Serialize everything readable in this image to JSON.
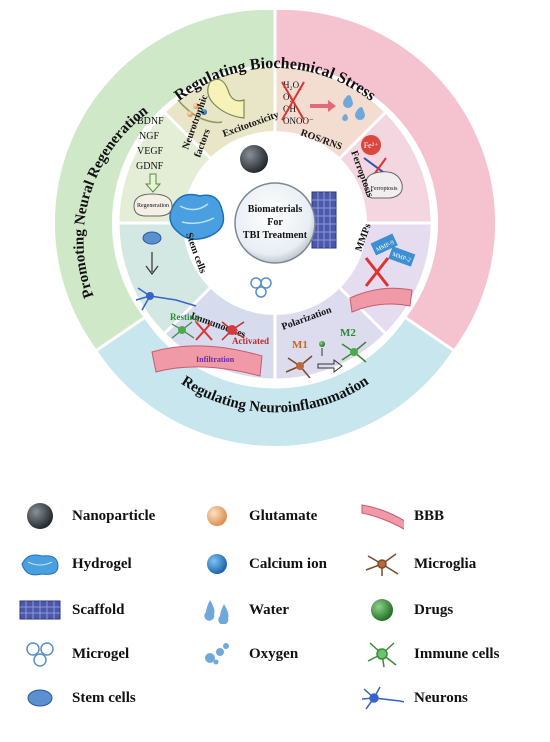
{
  "center": {
    "line1": "Biomaterials",
    "line2": "For",
    "line3": "TBI Treatment"
  },
  "outer_ring": {
    "top": "Regulating Biochemical Stress",
    "left": "Promoting Neural Regeneration",
    "bottom": "Regulating Neuroinflammation"
  },
  "segments": {
    "excitotoxicity": "Excitotoxicity",
    "ros_rns": "ROS/RNS",
    "ros_species": [
      "H₂O₂",
      "O₂",
      "OH",
      "ONOO⁻"
    ],
    "ferroptosis": "Ferroptosis",
    "fe_label": "Fe²⁺",
    "ferroptosis_brain": "Ferroptosis",
    "mmps": "MMPs",
    "mmp_labels": [
      "MMP-9",
      "MMP-2"
    ],
    "polarization": "Polarization",
    "m1": "M1",
    "m2": "M2",
    "immunocytes": "Immunocytes",
    "resting": "Resting",
    "activated": "Activated",
    "infiltration": "Infiltration",
    "stem_cells": "Stem cells",
    "neurotrophic_line1": "Neurotrophic",
    "neurotrophic_line2": "factors",
    "factors": [
      "BDNF",
      "NGF",
      "VEGF",
      "GDNF"
    ],
    "regeneration": "Regeneration"
  },
  "legend": [
    {
      "icon": "nanoparticle-icon",
      "label": "Nanoparticle"
    },
    {
      "icon": "glutamate-icon",
      "label": "Glutamate"
    },
    {
      "icon": "bbb-icon",
      "label": "BBB"
    },
    {
      "icon": "hydrogel-icon",
      "label": "Hydrogel"
    },
    {
      "icon": "calcium-ion-icon",
      "label": "Calcium ion"
    },
    {
      "icon": "microglia-icon",
      "label": "Microglia"
    },
    {
      "icon": "scaffold-icon",
      "label": "Scaffold"
    },
    {
      "icon": "water-icon",
      "label": "Water"
    },
    {
      "icon": "drugs-icon",
      "label": "Drugs"
    },
    {
      "icon": "microgel-icon",
      "label": "Microgel"
    },
    {
      "icon": "oxygen-icon",
      "label": "Oxygen"
    },
    {
      "icon": "immune-cells-icon",
      "label": "Immune cells"
    },
    {
      "icon": "stem-cells-icon",
      "label": "Stem cells"
    },
    {
      "icon": "neurons-icon",
      "label": "Neurons"
    }
  ],
  "colors": {
    "ring_pink": "#f5c2cf",
    "ring_green": "#cfe8c8",
    "ring_blue": "#c7e6ee",
    "seg_excito": "#e9e6c8",
    "seg_ros": "#f3dcd0",
    "seg_ferro": "#f3d6e0",
    "seg_mmps": "#e6dcef",
    "seg_polar": "#dcdcee",
    "seg_immuno": "#d6dcee",
    "seg_stem": "#d3e8e3",
    "seg_neuro": "#e4eed6"
  }
}
